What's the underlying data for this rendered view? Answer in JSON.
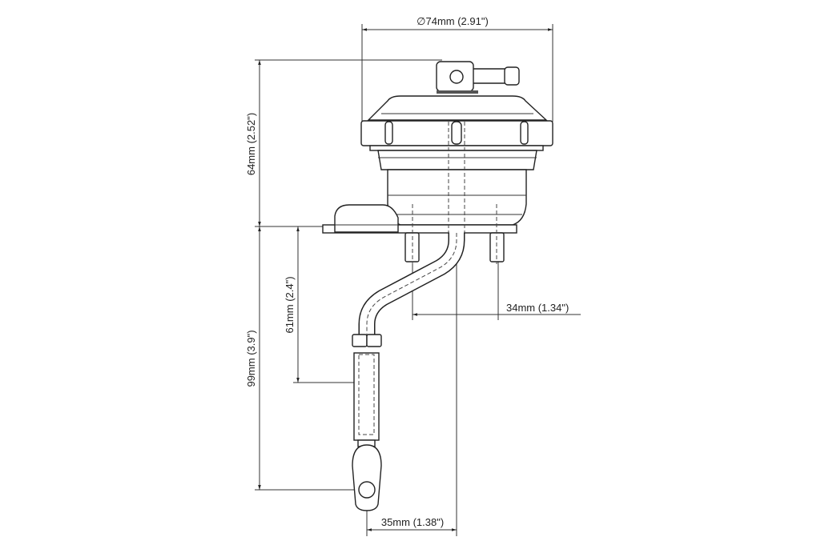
{
  "dimensions": {
    "diameter": "∅74mm (2.91\")",
    "body_height": "64mm (2.52\")",
    "total_rod_height": "99mm (3.9\")",
    "rod_length": "61mm (2.4\")",
    "stud_spacing": "34mm (1.34\")",
    "rod_offset": "35mm (1.38\")"
  },
  "colors": {
    "line": "#222222",
    "background": "#ffffff"
  }
}
